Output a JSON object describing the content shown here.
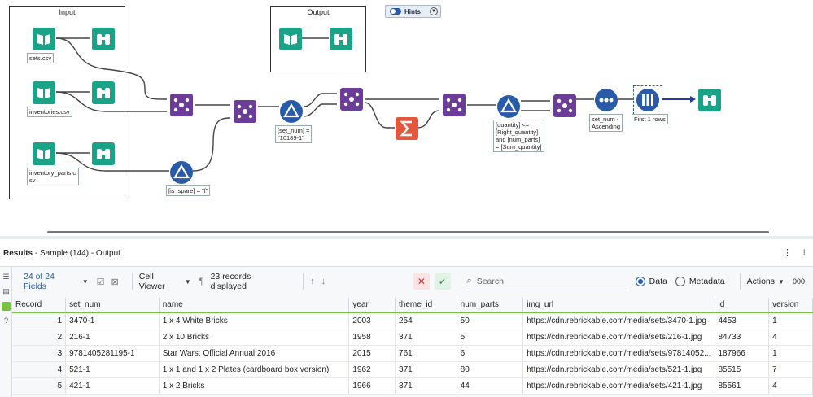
{
  "canvas": {
    "containers": [
      {
        "title": "Input"
      },
      {
        "title": "Output"
      }
    ],
    "hints": {
      "label": "Hints"
    },
    "annotations": {
      "sets": "sets.csv",
      "inventories": "inventories.csv",
      "inventory_parts": "inventory_parts.c\nsv",
      "is_spare": "[is_spare] = \"f\"",
      "set_num_filter": "[set_num] =\n\"10189-1\"",
      "quantity_filter": "[quantity] <=\n[Right_quantity]\nand [num_parts]\n= [Sum_quantity]",
      "sort": "set_num -\nAscending",
      "sample": "First 1 rows"
    }
  },
  "results": {
    "title_bold": "Results",
    "title_rest": " - Sample (144) - Output",
    "fields": "24 of 24 Fields",
    "cell_viewer": "Cell Viewer",
    "records_displayed": "23 records displayed",
    "search_placeholder": "Search",
    "radio_data": "Data",
    "radio_metadata": "Metadata",
    "actions": "Actions",
    "overflow": "000",
    "columns": [
      "Record",
      "set_num",
      "name",
      "year",
      "theme_id",
      "num_parts",
      "img_url",
      "id",
      "version"
    ],
    "rows": [
      {
        "record": "1",
        "set_num": "3470-1",
        "name": "1 x 4 White Bricks",
        "year": "2003",
        "theme_id": "254",
        "num_parts": "50",
        "img_url": "https://cdn.rebrickable.com/media/sets/3470-1.jpg",
        "id": "4453",
        "version": "1"
      },
      {
        "record": "2",
        "set_num": "216-1",
        "name": "2 x 10 Bricks",
        "year": "1958",
        "theme_id": "371",
        "num_parts": "5",
        "img_url": "https://cdn.rebrickable.com/media/sets/216-1.jpg",
        "id": "84733",
        "version": "4"
      },
      {
        "record": "3",
        "set_num": "9781405281195-1",
        "name": "Star Wars: Official Annual 2016",
        "year": "2015",
        "theme_id": "761",
        "num_parts": "6",
        "img_url": "https://cdn.rebrickable.com/media/sets/97814052...",
        "id": "187966",
        "version": "1"
      },
      {
        "record": "4",
        "set_num": "521-1",
        "name": "1 x 1 and 1 x 2 Plates (cardboard box version)",
        "year": "1962",
        "theme_id": "371",
        "num_parts": "80",
        "img_url": "https://cdn.rebrickable.com/media/sets/521-1.jpg",
        "id": "85515",
        "version": "7"
      },
      {
        "record": "5",
        "set_num": "421-1",
        "name": "1 x 2 Bricks",
        "year": "1966",
        "theme_id": "371",
        "num_parts": "44",
        "img_url": "https://cdn.rebrickable.com/media/sets/421-1.jpg",
        "id": "85561",
        "version": "4"
      }
    ]
  },
  "colors": {
    "input_tool": "#1aa386",
    "join_tool": "#6b3d99",
    "filter_tool": "#2a5ba8",
    "summarize_tool": "#e2583e",
    "accent_green": "#7ac143"
  }
}
